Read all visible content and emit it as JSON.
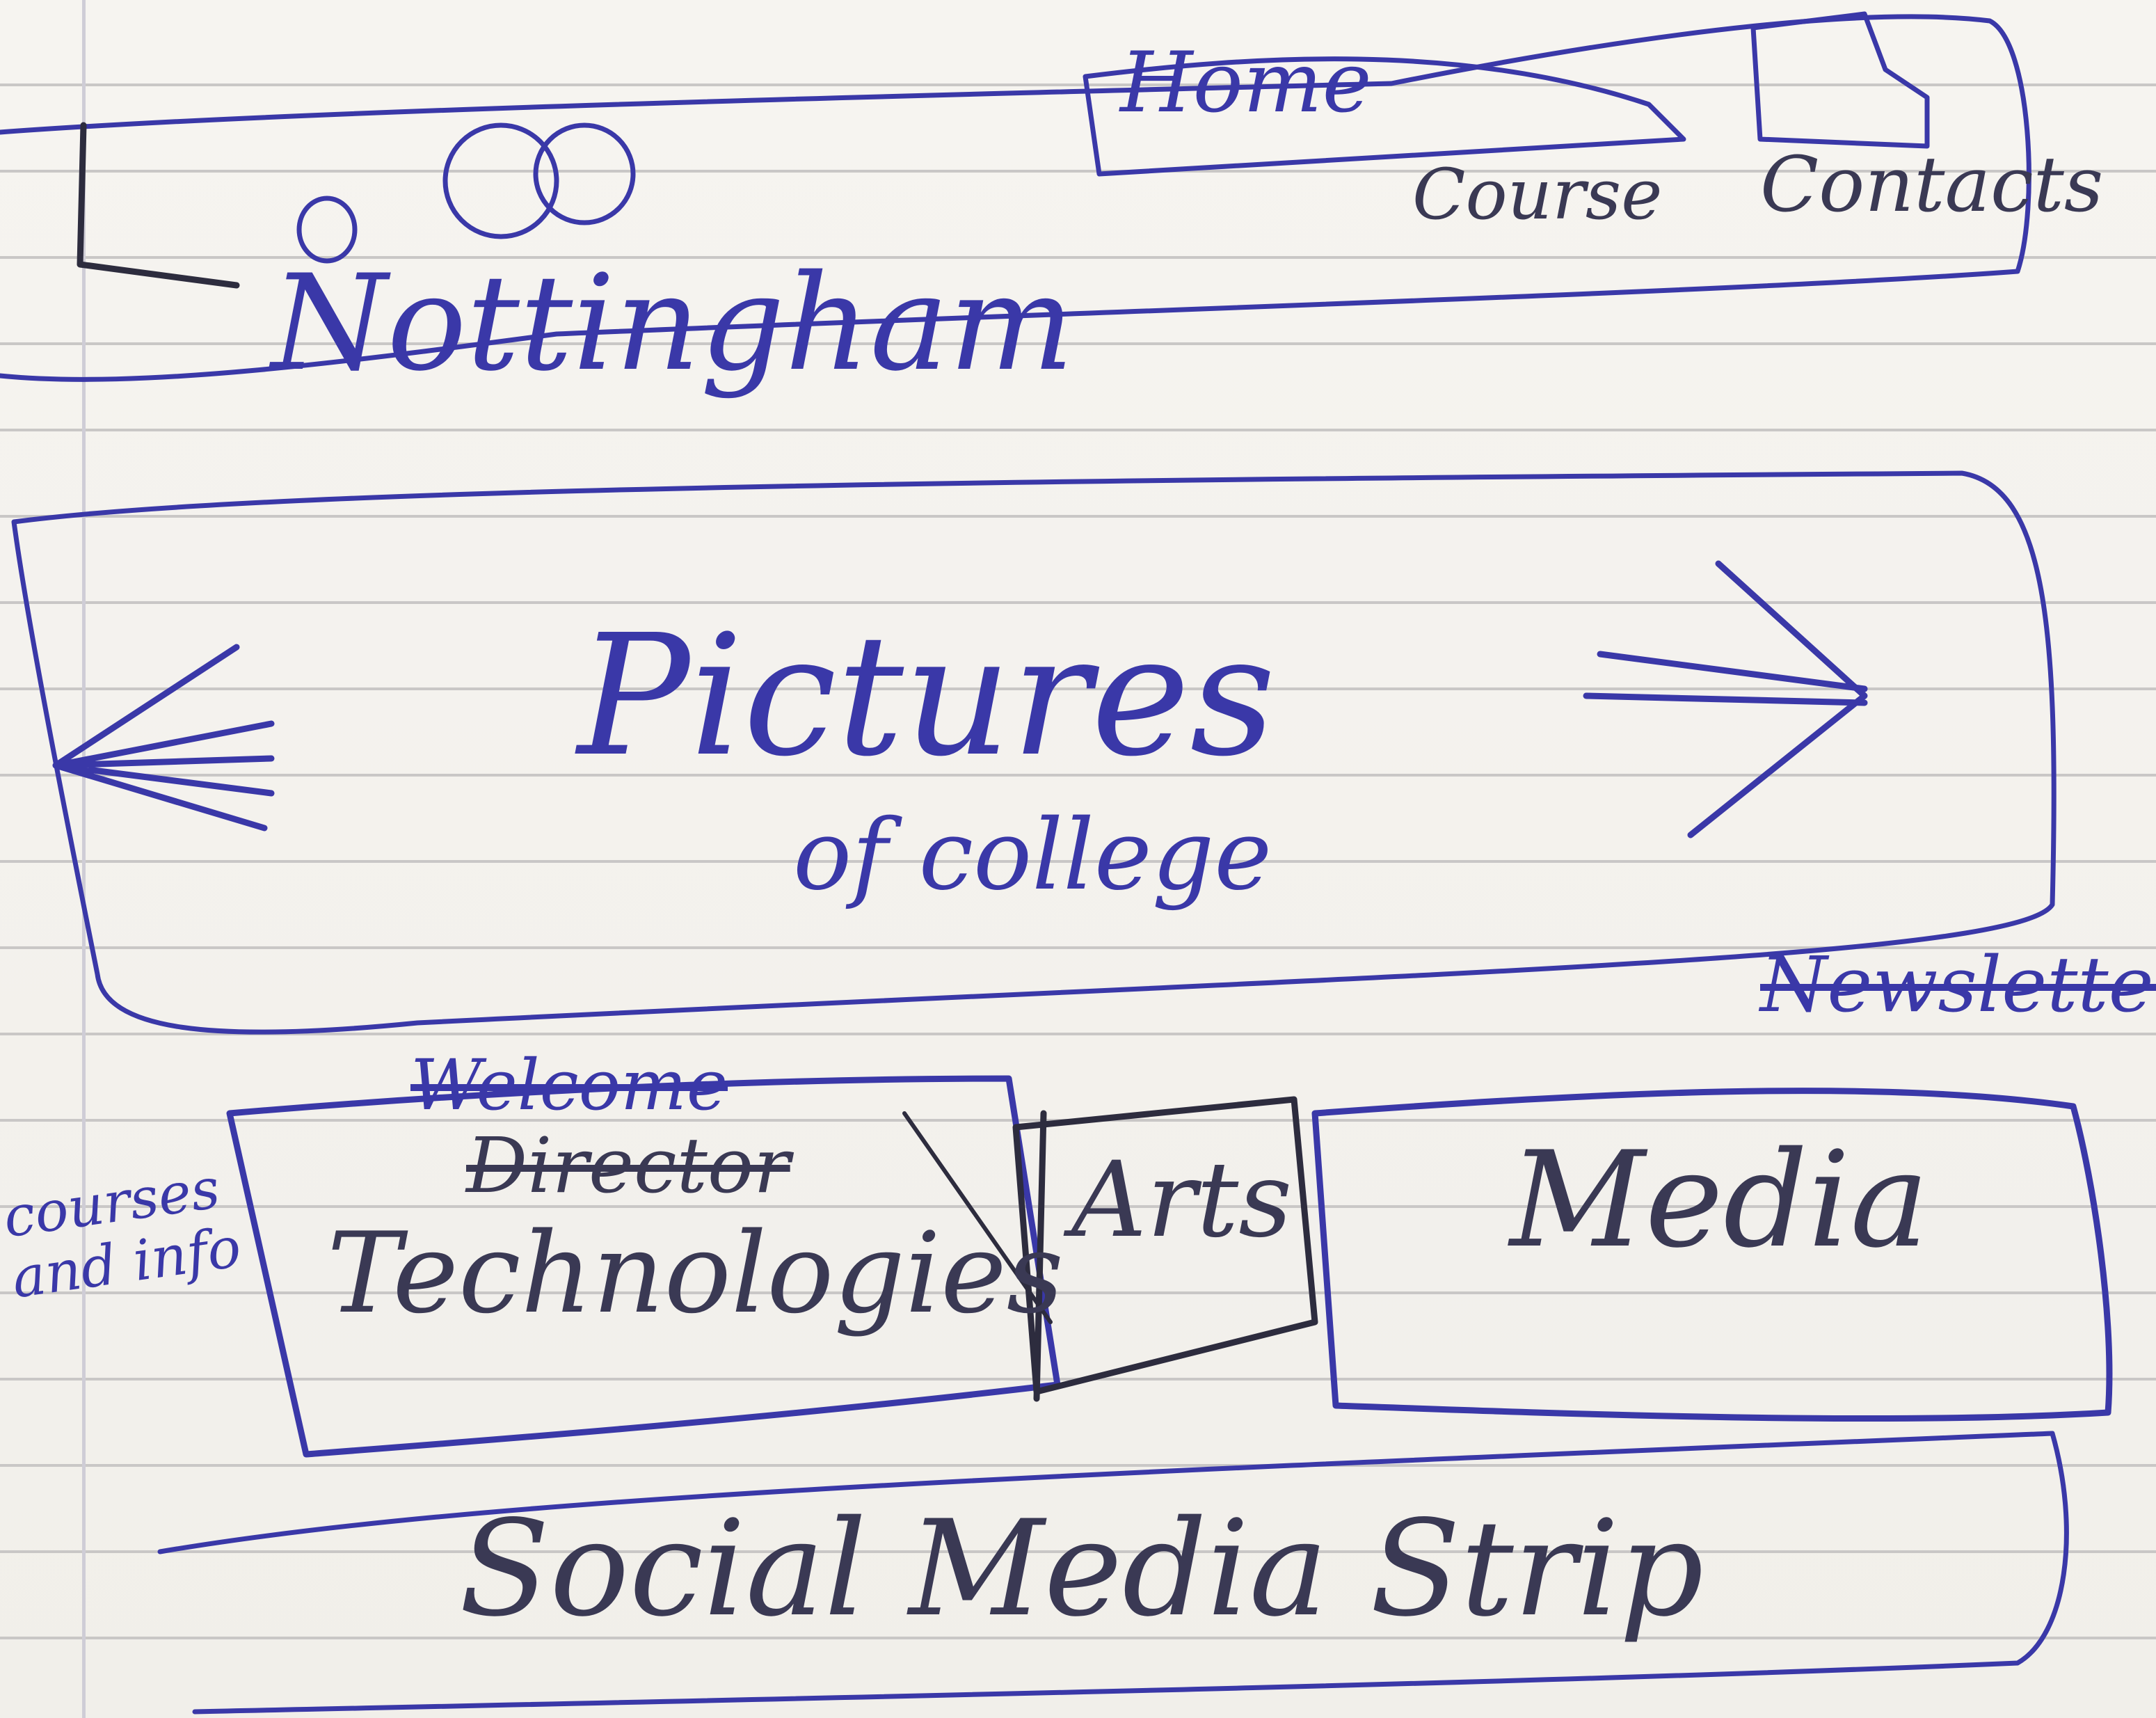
{
  "header": {
    "logo_text": "Nottingham",
    "nav": {
      "home_label": "Home",
      "course_label": "Course",
      "contacts_label": "Contacts"
    }
  },
  "carousel": {
    "title": "Pictures",
    "subtitle": "of college",
    "prev_icon": "left-arrow-icon",
    "next_icon": "right-arrow-icon"
  },
  "sections": {
    "newsletter_label": "Newsletter",
    "welcome_label": "Welcome",
    "director_label": "Director",
    "technologies_label": "Technologies",
    "arts_label": "Arts",
    "media_label": "Media",
    "aside_label": "courses and info"
  },
  "footer": {
    "social_label": "Social Media Strip"
  },
  "colors": {
    "ink_blue": "#3a38a8",
    "ink_dark": "#3a3954",
    "paper": "#f4f2ee"
  }
}
